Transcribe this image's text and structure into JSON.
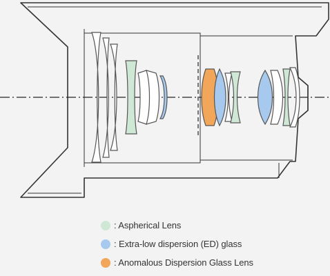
{
  "colors": {
    "background": "#f3f3f3",
    "outline": "#333333",
    "lens_line": "#555555",
    "aspherical": "#cfe8d6",
    "ed_glass": "#a7c9ee",
    "anomalous": "#f2a65a"
  },
  "legend": [
    {
      "label": ": Aspherical Lens",
      "color": "#cfe8d6",
      "icon": "green-dot-icon"
    },
    {
      "label": ": Extra-low dispersion (ED) glass",
      "color": "#a7c9ee",
      "icon": "blue-dot-icon"
    },
    {
      "label": ": Anomalous Dispersion Glass Lens",
      "color": "#f2a65a",
      "icon": "orange-dot-icon"
    }
  ]
}
